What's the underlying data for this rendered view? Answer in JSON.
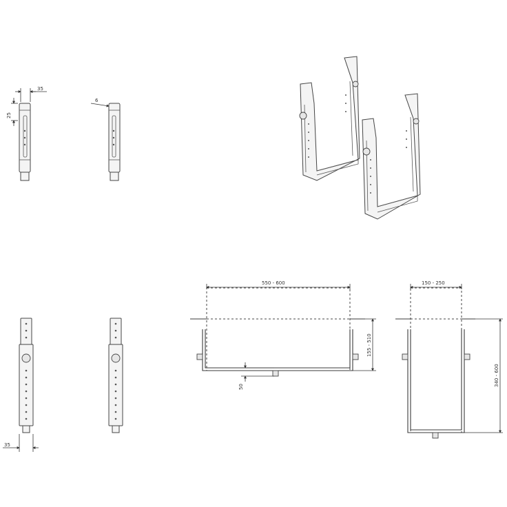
{
  "labels": {
    "dim_w": "550 - 600",
    "dim_h": "155 - 510",
    "dim_50": "50",
    "dim_depth": "150 - 250",
    "dim_height": "340 - 600",
    "dim_top_35": "35",
    "dim_top_25": "25",
    "dim_top_6": "6",
    "dim_bottom_35": "35"
  }
}
